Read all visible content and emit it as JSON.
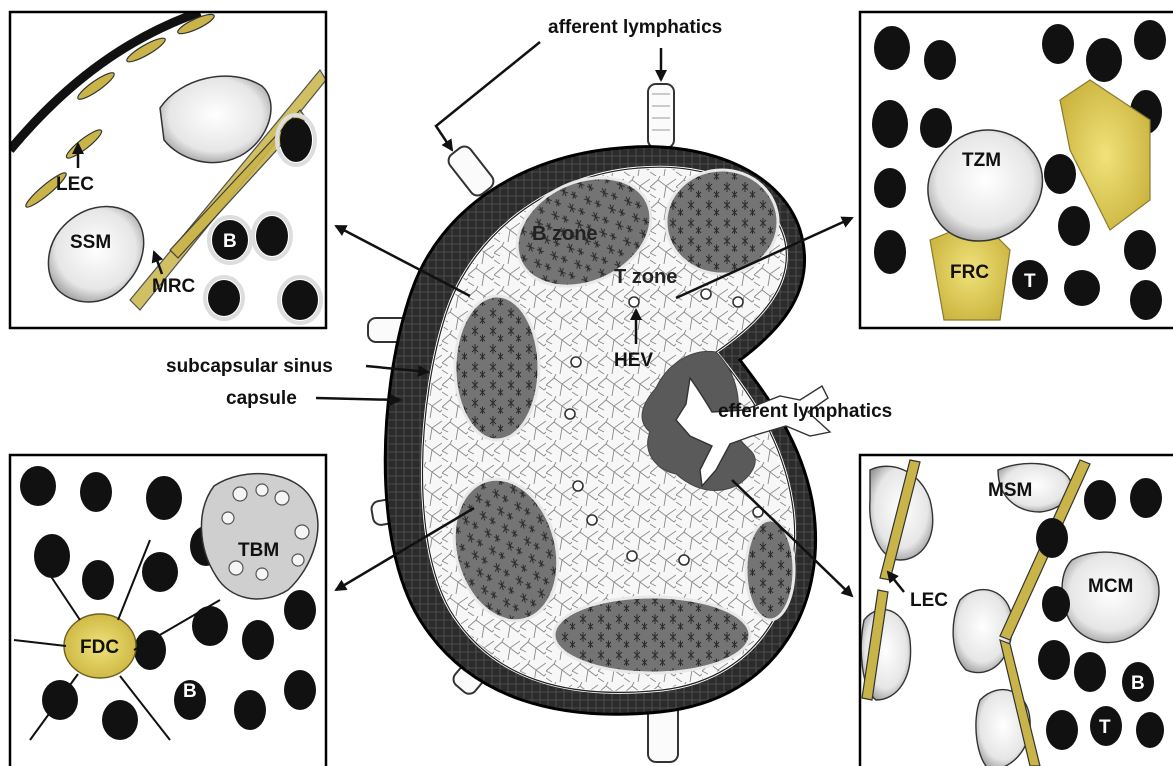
{
  "labels": {
    "afferent": "afferent lymphatics",
    "efferent": "efferent lymphatics",
    "subcapsular_sinus": "subcapsular sinus",
    "capsule": "capsule",
    "b_zone": "B zone",
    "t_zone": "T zone",
    "hev": "HEV"
  },
  "panels": {
    "top_left": {
      "lec": "LEC",
      "ssm": "SSM",
      "mrc": "MRC",
      "b": "B"
    },
    "top_right": {
      "tzm": "TZM",
      "frc": "FRC",
      "t": "T"
    },
    "bottom_left": {
      "tbm": "TBM",
      "fdc": "FDC",
      "b": "B"
    },
    "bottom_right": {
      "msm": "MSM",
      "mcm": "MCM",
      "lec": "LEC",
      "b": "B",
      "t": "T"
    }
  },
  "colors": {
    "cell_yellow": "#d8c65a",
    "capsule": "#2a2a2a",
    "follicle": "#6e6e6e",
    "medulla": "#555555"
  }
}
